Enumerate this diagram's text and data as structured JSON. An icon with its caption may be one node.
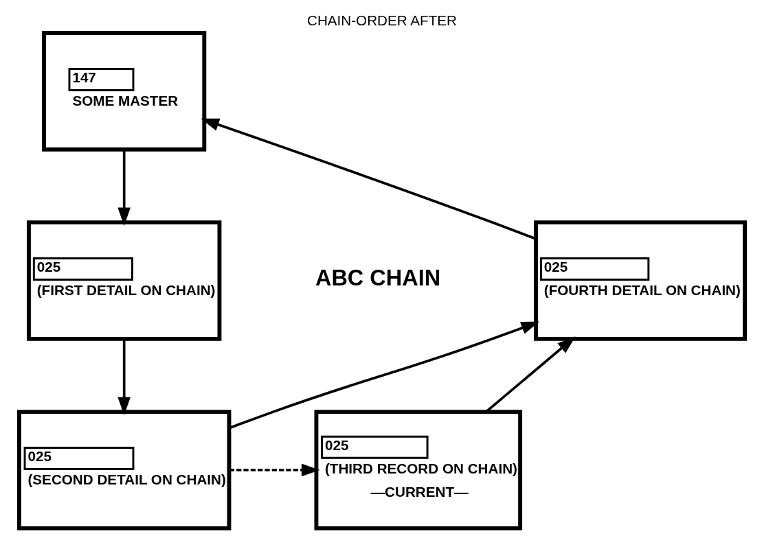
{
  "diagram": {
    "title": "CHAIN-ORDER AFTER",
    "nodes": [
      {
        "text": [
          "147",
          "SOME MASTER"
        ]
      },
      {
        "text": [
          "025",
          "(FIRST DETAIL ON CHAIN)"
        ]
      },
      {
        "text": [
          "025",
          "(FOURTH DETAIL ON CHAIN)"
        ]
      },
      {
        "text": [
          "025",
          "(SECOND DETAIL ON CHAIN)"
        ]
      },
      {
        "text": [
          "025",
          "(THIRD RECORD ON CHAIN)",
          "—CURRENT—"
        ]
      }
    ],
    "edges": [
      {
        "from": 0,
        "to": 1,
        "arrow": "to"
      },
      {
        "from": 1,
        "to": 3,
        "arrow": "to"
      },
      {
        "from": 3,
        "to": 2,
        "arrow": "to"
      },
      {
        "from": 3,
        "to": 4,
        "arrow": "to",
        "style": "dashed"
      },
      {
        "from": 4,
        "to": 2,
        "arrow": "to"
      },
      {
        "from": 2,
        "to": 0,
        "arrow": "to"
      }
    ],
    "labels": [
      "ABC CHAIN"
    ]
  }
}
